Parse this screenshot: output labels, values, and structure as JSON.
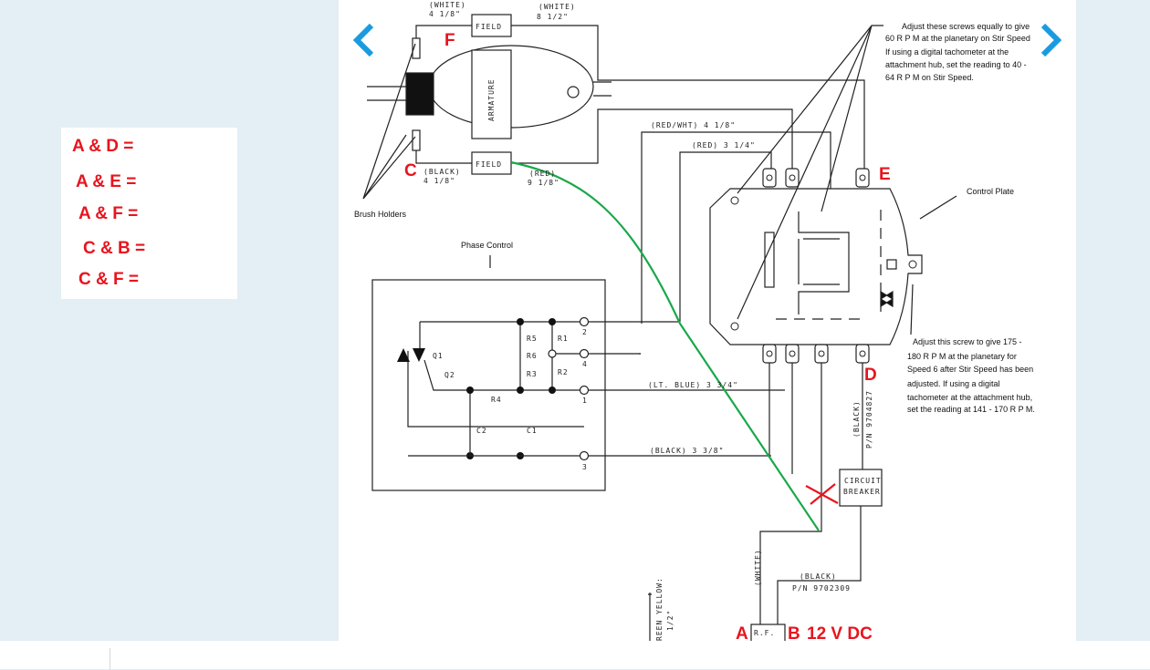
{
  "legend": {
    "items": [
      "A & D =",
      "A & E =",
      "A & F =",
      "C & B =",
      "C & F ="
    ]
  },
  "nav": {
    "prev_icon": "chevron-left-icon",
    "next_icon": "chevron-right-icon",
    "color": "#1a9be0"
  },
  "diagram": {
    "wires": {
      "white_top": "(WHITE)",
      "white_top_len": "4 1/8\"",
      "white_right": "(WHITE)",
      "white_right_len": "8 1/2\"",
      "black_left": "(BLACK)",
      "black_left_len": "4 1/8\"",
      "red_field": "(RED)",
      "red_field_len": "9 1/8\"",
      "red_wht": "(RED/WHT) 4 1/8\"",
      "red": "(RED) 3 1/4\"",
      "lt_blue": "(LT. BLUE) 3 3/4\"",
      "black_pc": "(BLACK) 3 3/8\"",
      "black_pn_a": "(BLACK)",
      "black_pn_b": "P/N 9704827",
      "white_vert": "(WHITE)",
      "black_bottom": "(BLACK)",
      "black_bottom_pn": "P/N 9702309",
      "green_yellow": "REEN YELLOW:",
      "green_yellow_len": "1/2\""
    },
    "components": {
      "field_top": "FIELD",
      "field_bottom": "FIELD",
      "armature": "ARMATURE",
      "circuit_breaker_1": "CIRCUIT",
      "circuit_breaker_2": "BREAKER",
      "q1": "Q1",
      "q2": "Q2",
      "r1": "R1",
      "r2": "R2",
      "r3": "R3",
      "r4": "R4",
      "r5": "R5",
      "r6": "R6",
      "c1": "C1",
      "c2": "C2",
      "t2": "2",
      "t4": "4",
      "t1": "1",
      "t3": "3",
      "plug": "R.F."
    },
    "notes": {
      "brush_holders": "Brush Holders",
      "phase_control": "Phase Control",
      "control_plate": "Control Plate",
      "adjust_screws": [
        "Adjust these screws equally to give",
        "60 R P M at the planetary on Stir Speed",
        "If using a digital tachometer at the",
        "attachment hub, set the reading to 40 -",
        "64 R P M on Stir Speed."
      ],
      "adjust_screw": [
        "Adjust this screw to give 175 -",
        "180 R P M at the planetary for",
        "Speed 6 after Stir Speed has been",
        "adjusted. If using a digital",
        "tachometer at the attachment hub,",
        "set the reading at 141 - 170 R P M."
      ]
    },
    "markers": {
      "F": "F",
      "C": "C",
      "E": "E",
      "D": "D",
      "A": "A",
      "B": "B",
      "voltage": "12 V DC"
    },
    "colors": {
      "marker": "#e8141e",
      "added_wire": "#1aa84a",
      "cross": "#e8141e"
    }
  }
}
